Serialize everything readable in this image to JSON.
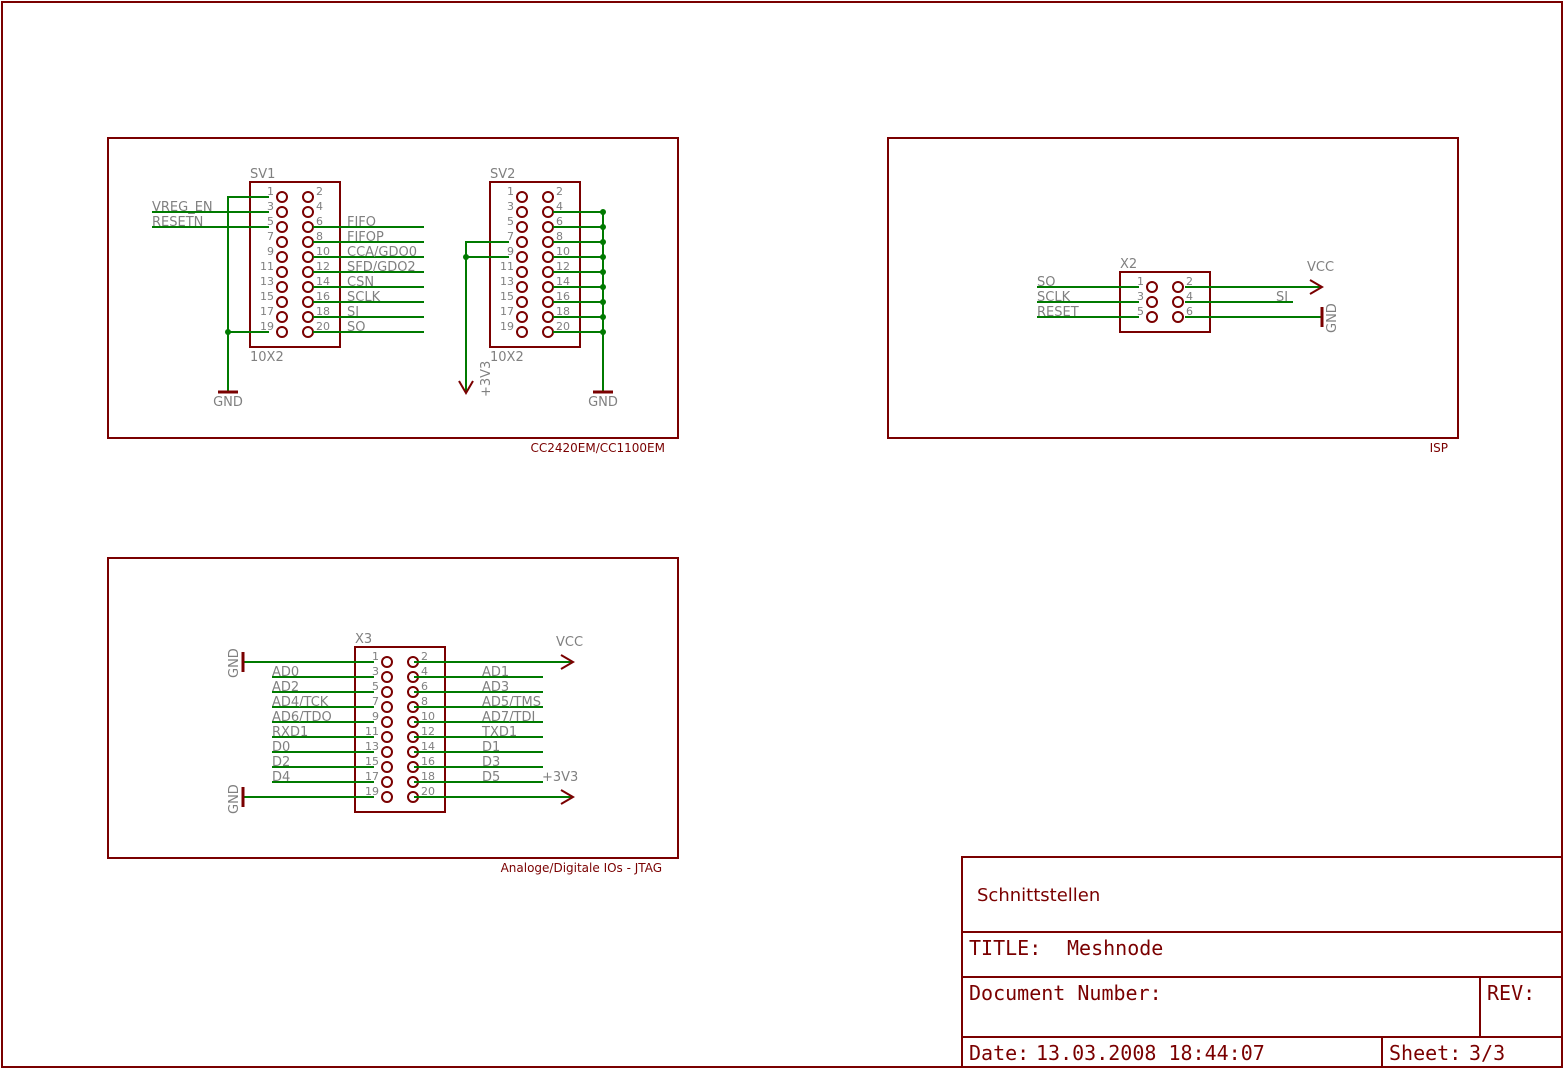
{
  "colors": {
    "frame": "#7a0000",
    "net": "#007a00",
    "label": "#808080",
    "background": "#ffffff"
  },
  "frames": {
    "cc": {
      "caption": "CC2420EM/CC1100EM"
    },
    "isp": {
      "caption": "ISP"
    },
    "jtag": {
      "caption": "Analoge/Digitale IOs - JTAG"
    }
  },
  "sv1": {
    "name": "SV1",
    "value": "10X2",
    "left_nets": [
      "VREG_EN",
      "RESETN"
    ],
    "right_nets": [
      "FIFO",
      "FIFOP",
      "CCA/GDO0",
      "SFD/GDO2",
      "CSN",
      "SCLK",
      "SI",
      "SO"
    ]
  },
  "sv2": {
    "name": "SV2",
    "value": "10X2"
  },
  "supplies": {
    "gnd": "GND",
    "v3v3": "+3V3",
    "vcc": "VCC"
  },
  "x2": {
    "name": "X2",
    "left_nets": [
      "SO",
      "SCLK",
      "RESET"
    ],
    "right_nets": [
      "SI"
    ]
  },
  "x3": {
    "name": "X3",
    "left_nets": [
      "AD0",
      "AD2",
      "AD4/TCK",
      "AD6/TDO",
      "RXD1",
      "D0",
      "D2",
      "D4"
    ],
    "right_nets": [
      "AD1",
      "AD3",
      "AD5/TMS",
      "AD7/TDI",
      "TXD1",
      "D1",
      "D3",
      "D5"
    ]
  },
  "title_block": {
    "sheet_name": "Schnittstellen",
    "title_label": "TITLE:",
    "title": "Meshnode",
    "doc_label": "Document Number:",
    "rev_label": "REV:",
    "date_label": "Date:",
    "date": "13.03.2008 18:44:07",
    "sheet_label": "Sheet:",
    "sheet": "3/3"
  }
}
